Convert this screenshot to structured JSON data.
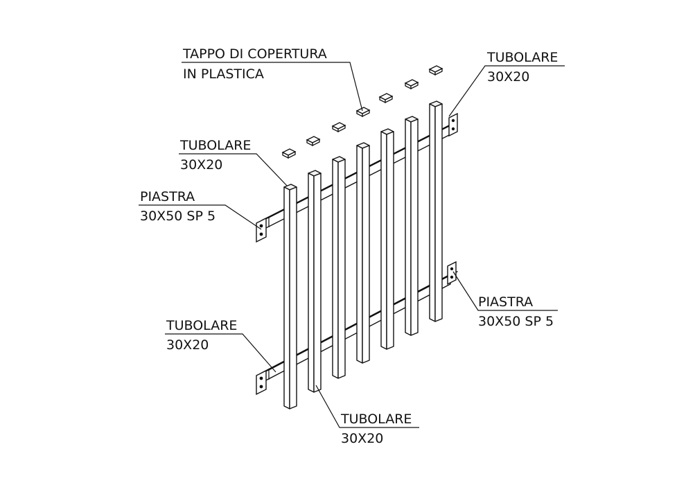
{
  "labels": {
    "cap": [
      "TAPPO DI COPERTURA",
      "IN PLASTICA"
    ],
    "tube_top_right": [
      "TUBOLARE",
      "30X20"
    ],
    "tube_top_left": [
      "TUBOLARE",
      "30X20"
    ],
    "plate_top_left": [
      "PIASTRA",
      "30X50 SP 5"
    ],
    "plate_bottom_right": [
      "PIASTRA",
      "30X50 SP 5"
    ],
    "tube_bottom_left": [
      "TUBOLARE",
      "30X20"
    ],
    "tube_bottom": [
      "TUBOLARE",
      "30X20"
    ]
  },
  "colors": {
    "line": "#111111",
    "background": "#ffffff"
  }
}
